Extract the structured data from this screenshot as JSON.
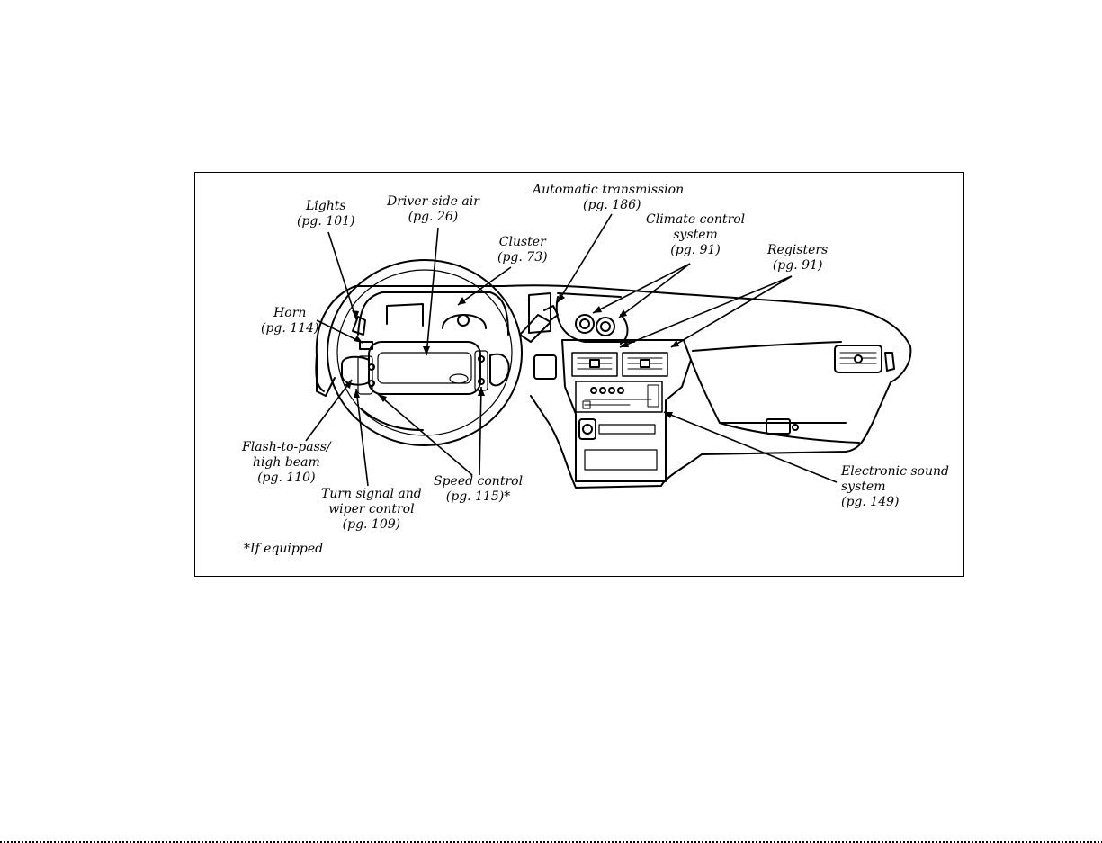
{
  "callouts": {
    "lights": {
      "name": "Lights",
      "page": "(pg. 101)"
    },
    "driver_air": {
      "name": "Driver-side air",
      "page": "(pg. 26)"
    },
    "automatic_transmission": {
      "name": "Automatic transmission",
      "page": "(pg. 186)"
    },
    "cluster": {
      "name": "Cluster",
      "page": "(pg. 73)"
    },
    "climate_control": {
      "name_line1": "Climate control",
      "name_line2": "system",
      "page": "(pg. 91)"
    },
    "registers": {
      "name": "Registers",
      "page": "(pg. 91)"
    },
    "horn": {
      "name": "Horn",
      "page": "(pg. 114)"
    },
    "flash_to_pass": {
      "name_line1": "Flash-to-pass/",
      "name_line2": "high beam",
      "page": "(pg. 110)"
    },
    "turn_signal": {
      "name_line1": "Turn signal and",
      "name_line2": "wiper control",
      "page": "(pg. 109)"
    },
    "speed_control": {
      "name": "Speed control",
      "page": "(pg. 115)*"
    },
    "sound_system": {
      "name_line1": "Electronic sound",
      "name_line2": "system",
      "page": "(pg. 149)"
    }
  },
  "footnote": "*If equipped"
}
